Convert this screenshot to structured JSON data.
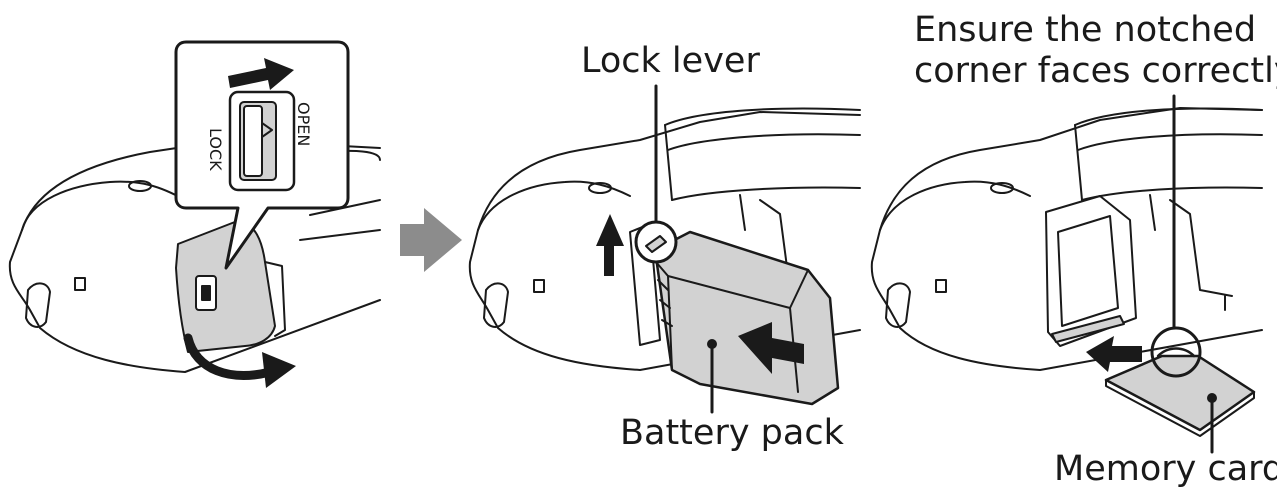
{
  "labels": {
    "lock_lever": "Lock lever",
    "battery_pack": "Battery pack",
    "memory_card": "Memory card",
    "ensure_line1": "Ensure the notched",
    "ensure_line2": "corner faces correctly."
  },
  "inset": {
    "open": "OPEN",
    "lock": "LOCK"
  },
  "colors": {
    "line": "#1a1a1a",
    "fill_gray": "#d2d2d2",
    "step_arrow": "#8c8c8c",
    "background": "#ffffff"
  }
}
